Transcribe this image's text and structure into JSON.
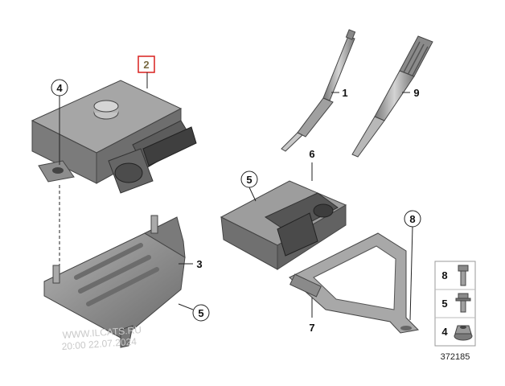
{
  "diagram": {
    "callouts": {
      "glow_control_unit": "2",
      "bracket_screw_top": "4",
      "module_screw": "5",
      "module_label": "6",
      "plug_1": "1",
      "plug_9": "9",
      "bracket_label": "3",
      "bracket_screw_bottom": "5",
      "holder_label": "7",
      "holder_screw": "8"
    },
    "legend": [
      {
        "number": "8",
        "icon": "bolt-hex-icon"
      },
      {
        "number": "5",
        "icon": "bolt-flange-icon"
      },
      {
        "number": "4",
        "icon": "nut-flange-icon"
      }
    ],
    "reference_number": "372185",
    "watermark": {
      "line1": "WWW.ILCATS.RU",
      "line2": "20:00 22.07.2024"
    },
    "colors": {
      "part_fill": "#8f8f8f",
      "part_dark": "#5e5e5e",
      "highlight_box": "#d9201f",
      "highlight_text": "#7a6b44"
    }
  }
}
